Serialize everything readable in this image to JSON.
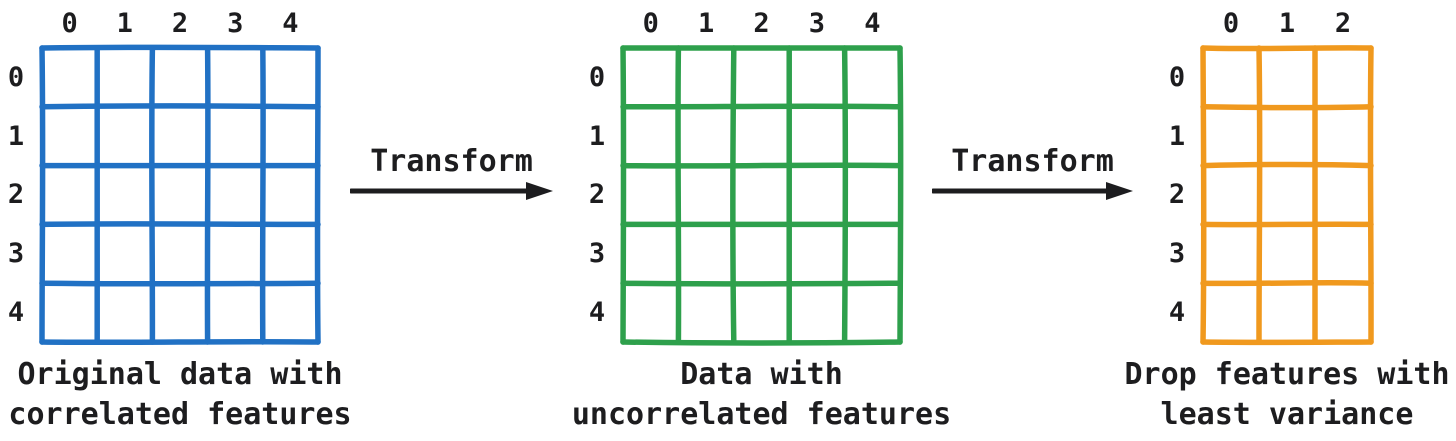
{
  "page": {
    "background": "#ffffff",
    "text_color": "#1d1d1f"
  },
  "matrices": [
    {
      "id": "original",
      "color": "#2171c4",
      "column_labels": [
        "0",
        "1",
        "2",
        "3",
        "4"
      ],
      "row_labels": [
        "0",
        "1",
        "2",
        "3",
        "4"
      ],
      "caption_lines": [
        "Original data with",
        "correlated features"
      ]
    },
    {
      "id": "uncorrelated",
      "color": "#2ea04c",
      "column_labels": [
        "0",
        "1",
        "2",
        "3",
        "4"
      ],
      "row_labels": [
        "0",
        "1",
        "2",
        "3",
        "4"
      ],
      "caption_lines": [
        "Data with",
        "uncorrelated features"
      ]
    },
    {
      "id": "reduced",
      "color": "#f0991e",
      "column_labels": [
        "0",
        "1",
        "2"
      ],
      "row_labels": [
        "0",
        "1",
        "2",
        "3",
        "4"
      ],
      "caption_lines": [
        "Drop features with",
        "least variance"
      ]
    }
  ],
  "arrows": [
    {
      "label": "Transform"
    },
    {
      "label": "Transform"
    }
  ]
}
